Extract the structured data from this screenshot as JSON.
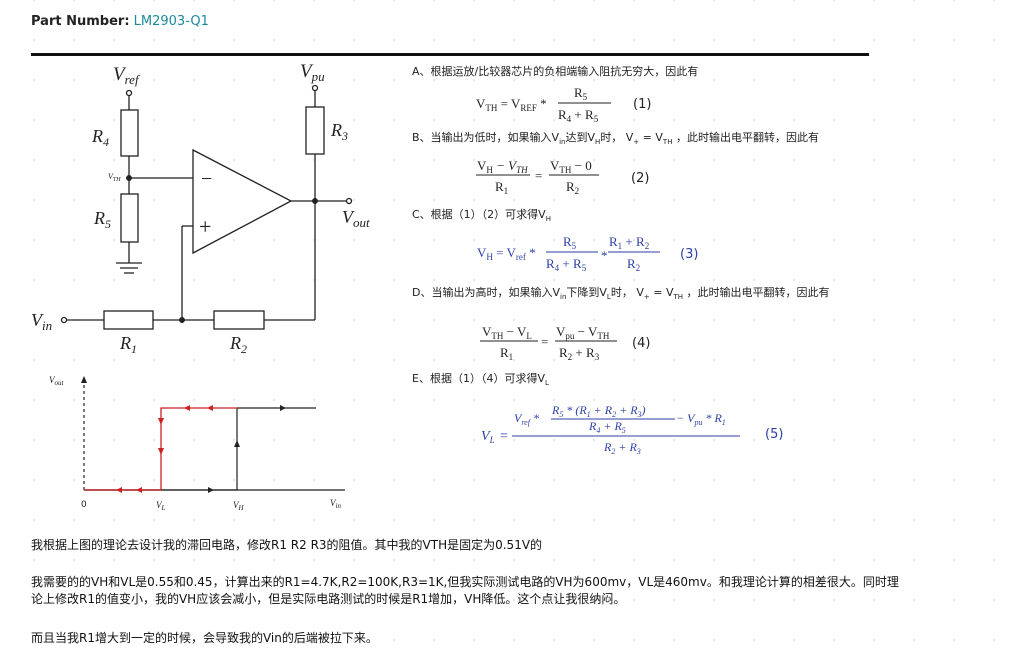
{
  "header": {
    "part_label": "Part Number:",
    "part_value": "LM2903-Q1"
  },
  "circuit": {
    "vref": "V",
    "vref_sub": "ref",
    "vpu": "V",
    "vpu_sub": "pu",
    "r4": "R",
    "r4_sub": "4",
    "r5": "R",
    "r5_sub": "5",
    "r3": "R",
    "r3_sub": "3",
    "r1": "R",
    "r1_sub": "1",
    "r2": "R",
    "r2_sub": "2",
    "vth": "V",
    "vth_sub": "TH",
    "minus": "−",
    "plus": "+",
    "vout": "V",
    "vout_sub": "out",
    "vin": "V",
    "vin_sub": "in"
  },
  "graph": {
    "y_label": "V",
    "y_label_sub": "out",
    "origin": "0",
    "vl": "V",
    "vl_sub": "L",
    "vh": "V",
    "vh_sub": "H",
    "vin": "V",
    "vin_sub": "in"
  },
  "derivation": {
    "a_text": "A、根据运放/比较器芯片的负相端输入阻抗无穷大，因此有",
    "eq1_lhs": "V",
    "eq1_lhs_sub": "TH",
    "eq1_mid": " = V",
    "eq1_mid_sub": "REF",
    "eq1_star": " *",
    "eq1_num": "R",
    "eq1_num_sub": "5",
    "eq1_den": "R",
    "eq1_den_sub1": "4",
    "eq1_den_plus": " + R",
    "eq1_den_sub2": "5",
    "eq1_tag": "(1)",
    "b_text": "B、当输出为低时，如果输入V",
    "b_in_sub": "in",
    "b_text2": "达到V",
    "b_h_sub": "H",
    "b_text3": "时，  V",
    "b_plus_sub": "+",
    "b_text4": " = V",
    "b_th_sub": "TH",
    "b_text5": " ，此时输出电平翻转，因此有",
    "eq2_n1": "V",
    "eq2_n1_sub": "H",
    "eq2_n1b": " − V",
    "eq2_n1b_sub": "TH",
    "eq2_d1": "R",
    "eq2_d1_sub": "1",
    "eq2_eq": "=",
    "eq2_n2": "V",
    "eq2_n2_sub": "TH",
    "eq2_n2b": " − 0",
    "eq2_d2": "R",
    "eq2_d2_sub": "2",
    "eq2_tag": "(2)",
    "c_text": "C、根据（1）（2）可求得V",
    "c_sub": "H",
    "eq3_lhs": "V",
    "eq3_lhs_sub": "H",
    "eq3_mid": " = V",
    "eq3_mid_sub": "ref",
    "eq3_star": " *",
    "eq3_n1": "R",
    "eq3_n1_sub": "5",
    "eq3_d1a": "R",
    "eq3_d1a_sub": "4",
    "eq3_d1b": " + R",
    "eq3_d1b_sub": "5",
    "eq3_star2": "*",
    "eq3_n2a": "R",
    "eq3_n2a_sub": "1",
    "eq3_n2b": " + R",
    "eq3_n2b_sub": "2",
    "eq3_d2": "R",
    "eq3_d2_sub": "2",
    "eq3_tag": "(3)",
    "d_text": "D、当输出为高时，如果输入V",
    "d_in_sub": "in",
    "d_text2": "下降到V",
    "d_l_sub": "L",
    "d_text3": "时，  V",
    "d_plus_sub": "+",
    "d_text4": " = V",
    "d_th_sub": "TH",
    "d_text5": " ，此时输出电平翻转，因此有",
    "eq4_n1": "V",
    "eq4_n1_sub": "TH",
    "eq4_n1b": " − V",
    "eq4_n1b_sub": "L",
    "eq4_d1": "R",
    "eq4_d1_sub": "1",
    "eq4_eq": "=",
    "eq4_n2": "V",
    "eq4_n2_sub": "pu",
    "eq4_n2b": " − V",
    "eq4_n2b_sub": "TH",
    "eq4_d2a": "R",
    "eq4_d2a_sub": "2",
    "eq4_d2b": " + R",
    "eq4_d2b_sub": "3",
    "eq4_tag": "(4)",
    "e_text": "E、根据（1）（4）可求得V",
    "e_sub": "L",
    "eq5_lhs": "V",
    "eq5_lhs_sub": "L",
    "eq5_eq": "=",
    "eq5_vref": "V",
    "eq5_vref_sub": "ref",
    "eq5_star": " *",
    "eq5_in_num": "R",
    "eq5_in_num_sub": "5",
    "eq5_in_num2": " * (R",
    "eq5_in_num2_sub": "1",
    "eq5_in_num3": " + R",
    "eq5_in_num3_sub": "2",
    "eq5_in_num4": " + R",
    "eq5_in_num4_sub": "3",
    "eq5_in_num5": ")",
    "eq5_in_den": "R",
    "eq5_in_den_sub": "4",
    "eq5_in_den2": " + R",
    "eq5_in_den2_sub": "5",
    "eq5_minus": " − V",
    "eq5_minus_sub": "pu",
    "eq5_times": " * R",
    "eq5_times_sub": "1",
    "eq5_den": "R",
    "eq5_den_sub": "2",
    "eq5_den2": " + R",
    "eq5_den2_sub": "3",
    "eq5_tag": "(5)"
  },
  "body": {
    "p1": "我根据上图的理论去设计我的滞回电路，修改R1  R2  R3的阻值。其中我的VTH是固定为0.51V的",
    "p2a": "我需要的的VH和VL是0.55和0.45，计算出来的R1=4.7K,R2=100K,R3=1K,但我实际测试电路的VH为600mv，VL是460mv。和我理论计算的相差很大。同时理",
    "p2b": "论上修改R1的值变小，我的VH应该会减小，但是实际电路测试的时候是R1增加，VH降低。这个点让我很纳闷。",
    "p3": "而且当我R1增大到一定的时候，会导致我的Vin的后端被拉下来。"
  },
  "colors": {
    "accent": "#1a8a9a",
    "red": "#cc2222",
    "eq_blue": "#2b3fa8"
  }
}
